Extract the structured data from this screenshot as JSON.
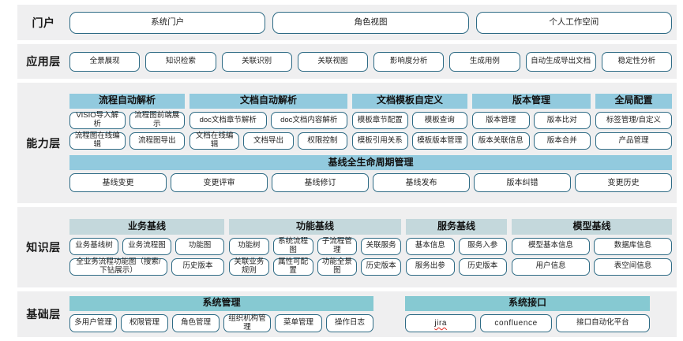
{
  "layers": [
    {
      "label": "门户"
    },
    {
      "label": "应用层"
    },
    {
      "label": "能力层"
    },
    {
      "label": "知识层"
    },
    {
      "label": "基础层"
    }
  ],
  "portal": {
    "label": "门户",
    "items": [
      "系统门户",
      "角色视图",
      "个人工作空间"
    ]
  },
  "application": {
    "label": "应用层",
    "items": [
      "全景展现",
      "知识检索",
      "关联识别",
      "关联视图",
      "影响度分析",
      "生成用例",
      "自动生成导出文档",
      "稳定性分析"
    ]
  },
  "capability": {
    "label": "能力层",
    "groups": [
      {
        "title": "流程自动解析",
        "row1": [
          "VISIO导入解析",
          "流程图前端展示"
        ],
        "row2": [
          "流程图在线编辑",
          "流程图导出"
        ]
      },
      {
        "title": "文档自动解析",
        "row1": [
          "doc文档章节解析",
          "doc文档内容解析"
        ],
        "row2": [
          "文档在线编辑",
          "文档导出",
          "权限控制"
        ]
      },
      {
        "title": "文档模板自定义",
        "row1": [
          "模板章节配置",
          "模板查询"
        ],
        "row2": [
          "模板引用关系",
          "模板版本管理"
        ]
      },
      {
        "title": "版本管理",
        "row1": [
          "版本管理",
          "版本比对"
        ],
        "row2": [
          "版本关联信息",
          "版本合并"
        ]
      },
      {
        "title": "全局配置",
        "row1": [
          "标签管理/自定义"
        ],
        "row2": [
          "产品管理"
        ]
      }
    ],
    "lifecycle": {
      "title": "基线全生命周期管理",
      "items": [
        "基线变更",
        "变更评审",
        "基线修订",
        "基线发布",
        "版本纠错",
        "变更历史"
      ]
    }
  },
  "knowledge": {
    "label": "知识层",
    "groups": [
      {
        "title": "业务基线",
        "row1": [
          "业务基线树",
          "业务流程图",
          "功能图"
        ],
        "row2": [
          "全业务流程功能图（搜索/下钻展示）",
          "历史版本"
        ]
      },
      {
        "title": "功能基线",
        "row1": [
          "功能树",
          "系统流程图",
          "子流程管理",
          "关联服务"
        ],
        "row2": [
          "关联业务规则",
          "属性可配置",
          "功能全景图",
          "历史版本"
        ]
      },
      {
        "title": "服务基线",
        "row1": [
          "基本信息",
          "服务入参"
        ],
        "row2": [
          "服务出参",
          "历史版本"
        ]
      },
      {
        "title": "模型基线",
        "row1": [
          "模型基本信息",
          "数据库信息"
        ],
        "row2": [
          "用户信息",
          "表空间信息"
        ]
      }
    ]
  },
  "foundation": {
    "label": "基础层",
    "groups": [
      {
        "title": "系统管理",
        "items": [
          "多用户管理",
          "权限管理",
          "角色管理",
          "组织机构管理",
          "菜单管理",
          "操作日志"
        ]
      },
      {
        "title": "系统接口",
        "items": [
          "jira",
          "confluence",
          "接口自动化平台"
        ]
      }
    ]
  },
  "colors": {
    "band_background": "#efeff0",
    "pill_border": "#2e6b85",
    "head_blue": "#92cade",
    "head_pale": "#c4d8dc",
    "head_teal": "#86c9d2"
  }
}
